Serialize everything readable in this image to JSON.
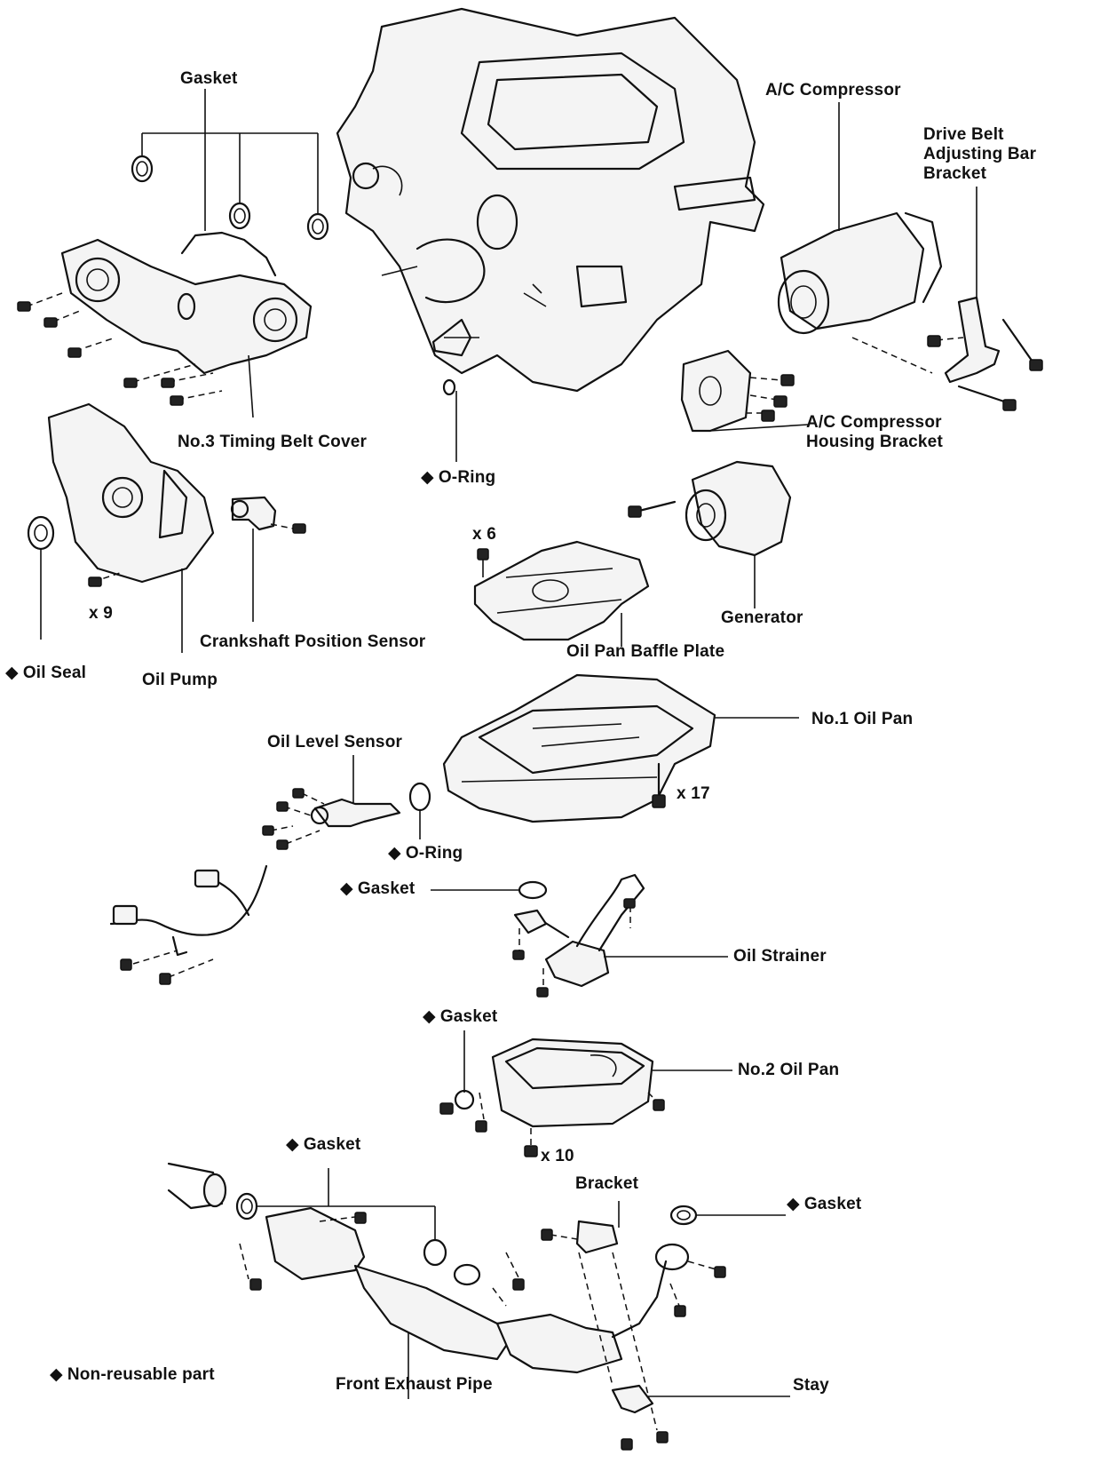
{
  "legend": {
    "mark": "◆",
    "text": "Non-reusable part"
  },
  "labels": {
    "gasket_top": "Gasket",
    "no3_timing_belt_cover": "No.3 Timing Belt Cover",
    "o_ring_upper": "O-Ring",
    "ac_compressor": "A/C Compressor",
    "drive_belt_bracket_1": "Drive Belt",
    "drive_belt_bracket_2": "Adjusting Bar",
    "drive_belt_bracket_3": "Bracket",
    "ac_housing_bracket_1": "A/C Compressor",
    "ac_housing_bracket_2": "Housing Bracket",
    "generator": "Generator",
    "x6": "x 6",
    "x9": "x 9",
    "oil_pan_baffle_plate": "Oil Pan Baffle Plate",
    "crankshaft_position_sensor": "Crankshaft Position Sensor",
    "oil_seal": "Oil Seal",
    "oil_pump": "Oil Pump",
    "no1_oil_pan": "No.1 Oil Pan",
    "oil_level_sensor": "Oil Level Sensor",
    "x17": "x 17",
    "o_ring_lower": "O-Ring",
    "gasket_strainer": "Gasket",
    "oil_strainer": "Oil Strainer",
    "gasket_no2_pan": "Gasket",
    "no2_oil_pan": "No.2 Oil Pan",
    "x10": "x 10",
    "gasket_exhaust_left": "Gasket",
    "bracket": "Bracket",
    "gasket_exhaust_right": "Gasket",
    "front_exhaust_pipe": "Front Exhaust Pipe",
    "stay": "Stay"
  }
}
